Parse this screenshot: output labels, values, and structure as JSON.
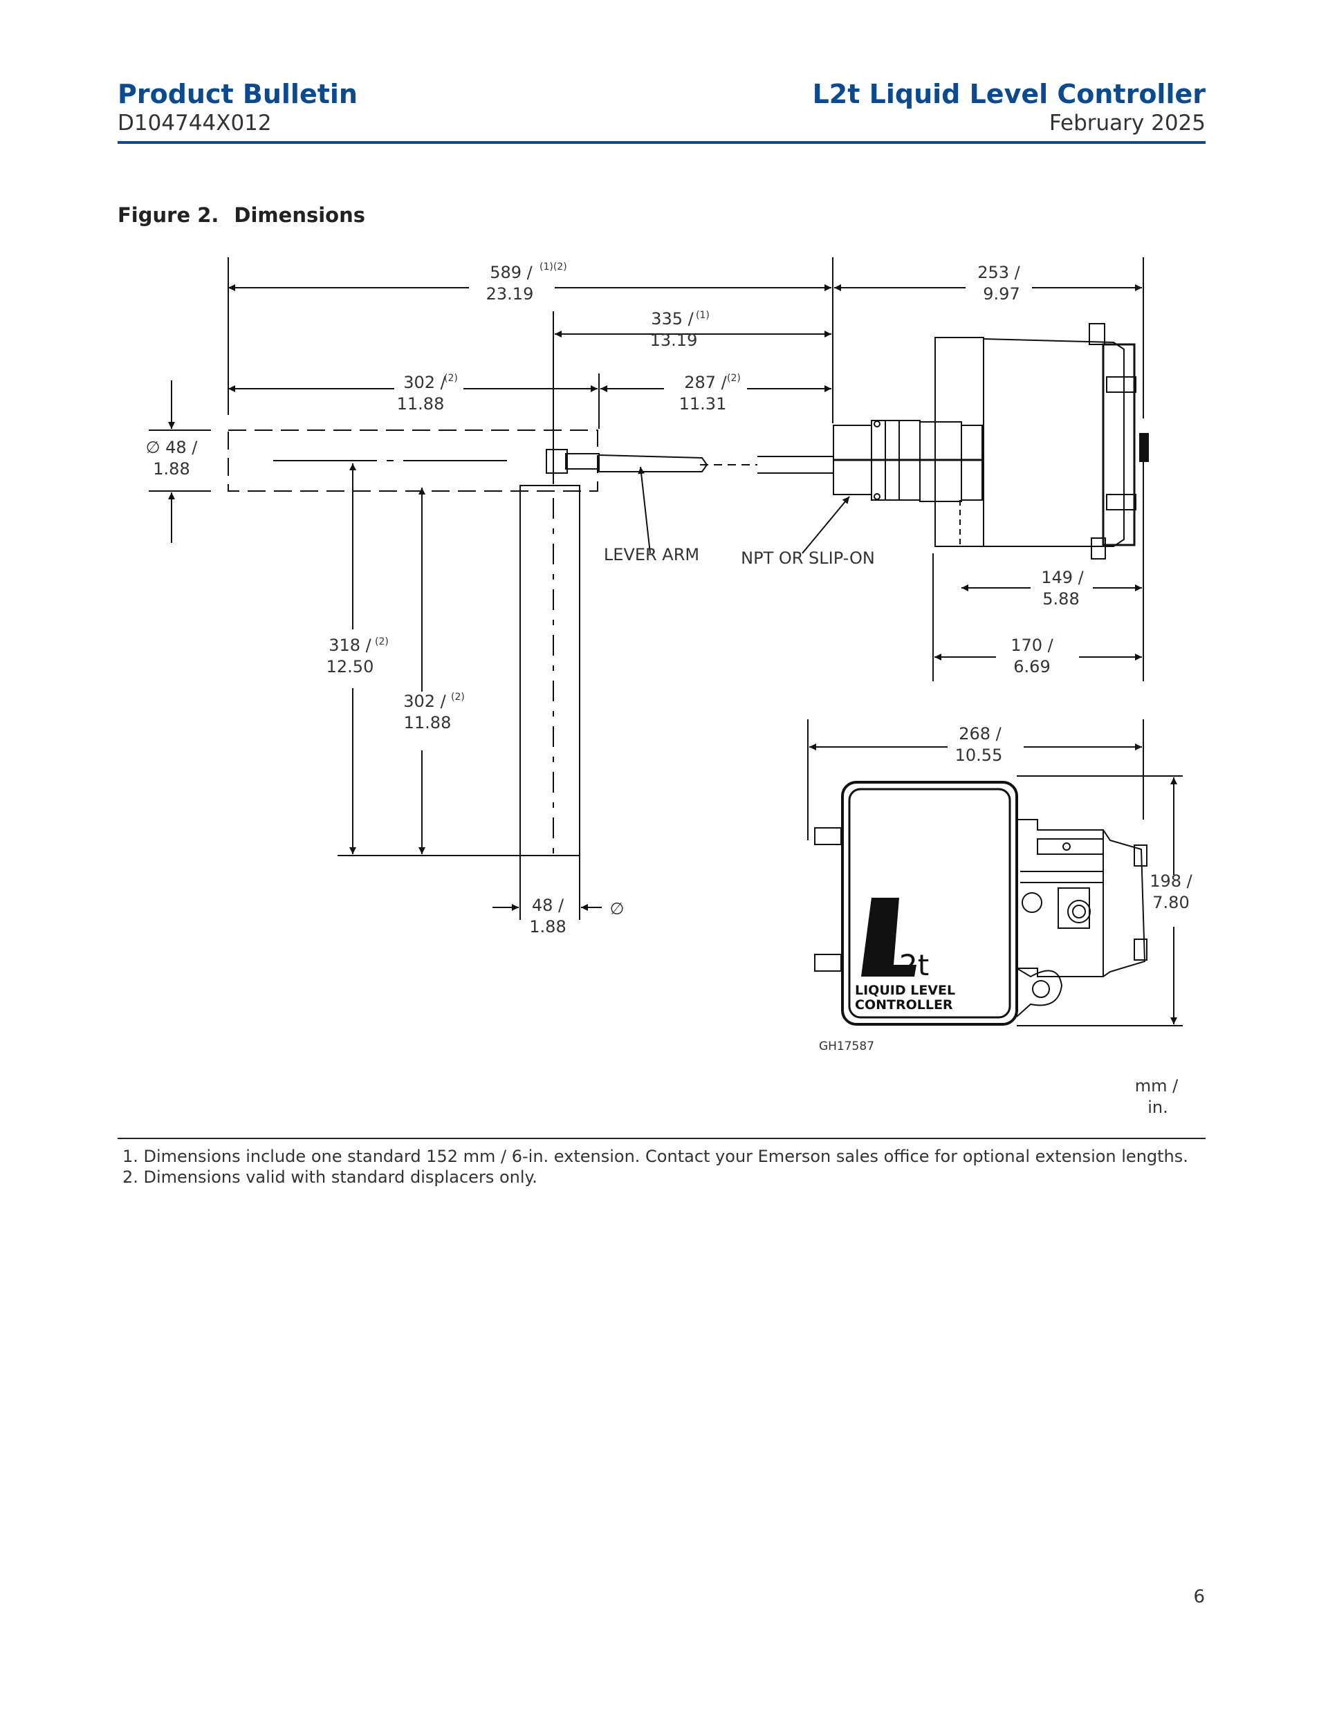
{
  "header": {
    "left_title": "Product Bulletin",
    "left_subtitle": "D104744X012",
    "right_title": "L2t Liquid Level Controller",
    "right_subtitle": "February 2025"
  },
  "figure": {
    "number": "Figure 2.",
    "title": "Dimensions",
    "dimensions": {
      "d589_a": "589 /",
      "d589_b": "23.19",
      "d589_note": "(1)(2)",
      "d253_a": "253 /",
      "d253_b": "9.97",
      "d335_a": "335 /",
      "d335_b": "13.19",
      "d335_note": "(1)",
      "d302top_a": "302 /",
      "d302top_b": "11.88",
      "d302top_note": "(2)",
      "d287_a": "287 /",
      "d287_b": "11.31",
      "d287_note": "(2)",
      "d48dia_a": "∅ 48 /",
      "d48dia_b": "1.88",
      "d318_a": "318 /",
      "d318_b": "12.50",
      "d318_note": "(2)",
      "d302v_a": "302 /",
      "d302v_b": "11.88",
      "d302v_note": "(2)",
      "d149_a": "149 /",
      "d149_b": "5.88",
      "d170_a": "170 /",
      "d170_b": "6.69",
      "d268_a": "268 /",
      "d268_b": "10.55",
      "d198_a": "198 /",
      "d198_b": "7.80",
      "d48b_a": "48 /",
      "d48b_b": "1.88",
      "d48b_symbol": "∅"
    },
    "callouts": {
      "lever_arm": "LEVER ARM",
      "npt": "NPT OR SLIP-ON"
    },
    "logo": {
      "mark": "L",
      "sub": "2t",
      "line1": "LIQUID LEVEL",
      "line2": "CONTROLLER"
    },
    "drawing_id": "GH17587",
    "units_a": "mm /",
    "units_b": "in."
  },
  "notes": [
    "1. Dimensions include one standard 152 mm / 6-in. extension. Contact your Emerson sales office for optional extension lengths.",
    "2. Dimensions valid with standard displacers only."
  ],
  "page_number": "6"
}
